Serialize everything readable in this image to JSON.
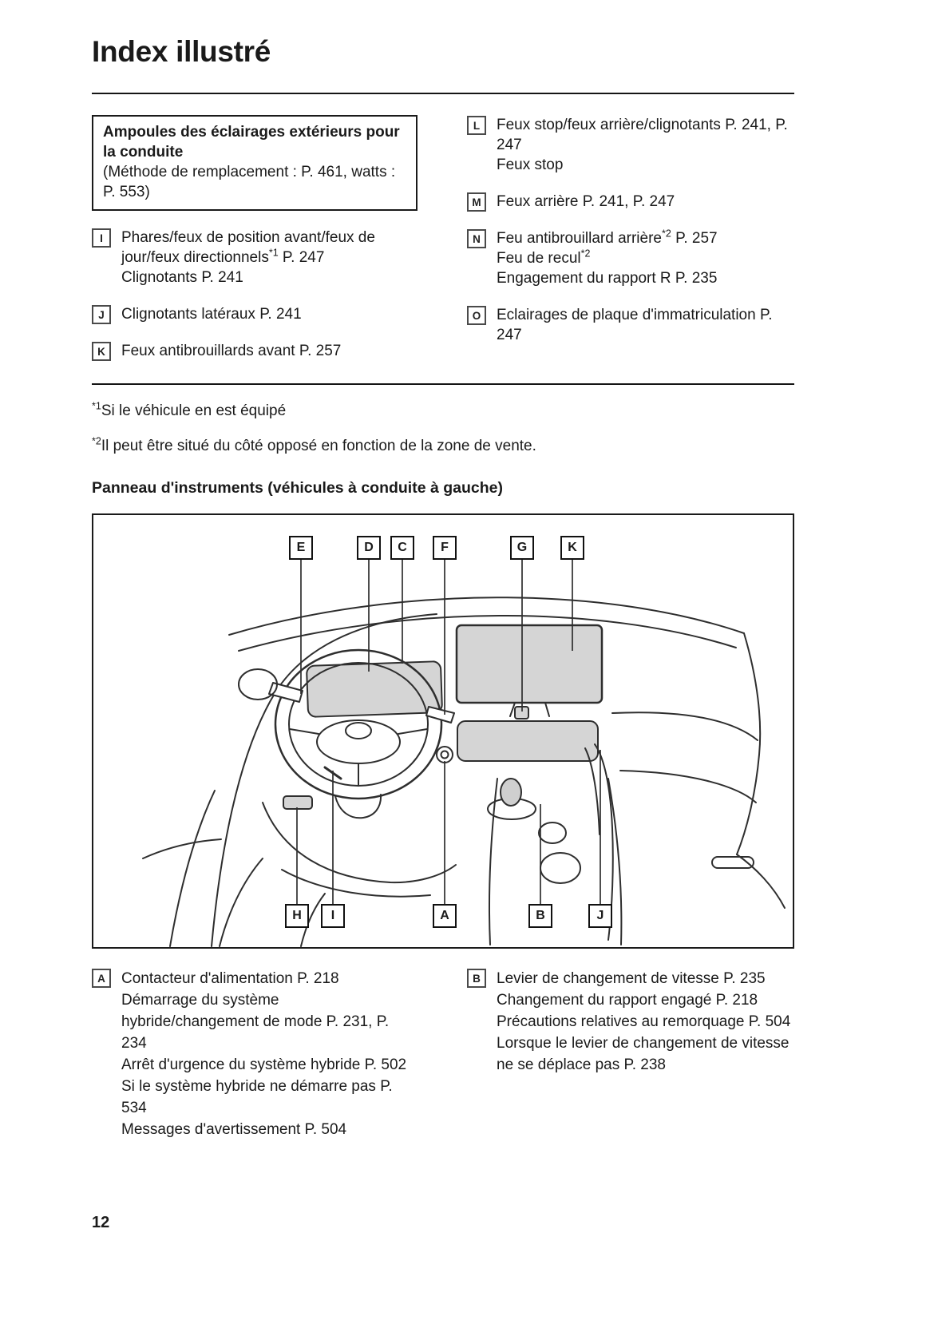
{
  "page": {
    "title": "Index illustré",
    "page_number": "12"
  },
  "colors": {
    "text": "#1a1a1a",
    "line_art": "#2e2e2e",
    "panel_fill": "#d5d5d5"
  },
  "bulb_box": {
    "heading": "Ampoules des éclairages extérieurs pour la conduite",
    "sub": "(Méthode de remplacement : P. 461, watts : P. 553)"
  },
  "lighting": {
    "left": [
      {
        "badge": "I",
        "lines": [
          {
            "pre": "Phares/feux de position avant/feux de jour/feux directionnels",
            "sup": "*1",
            "post": " P. 247"
          },
          "Clignotants P. 241"
        ]
      },
      {
        "badge": "J",
        "lines": [
          "Clignotants latéraux P. 241"
        ]
      },
      {
        "badge": "K",
        "lines": [
          "Feux antibrouillards avant P. 257"
        ]
      }
    ],
    "right": [
      {
        "badge": "L",
        "lines": [
          "Feux stop/feux arrière/clignotants P. 241, P. 247",
          "Feux stop"
        ]
      },
      {
        "badge": "M",
        "lines": [
          "Feux arrière P. 241, P. 247"
        ]
      },
      {
        "badge": "N",
        "lines": [
          {
            "pre": "Feu antibrouillard arrière",
            "sup": "*2",
            "post": " P. 257"
          },
          {
            "pre": "Feu de recul",
            "sup": "*2",
            "post": ""
          },
          "Engagement du rapport R P. 235"
        ]
      },
      {
        "badge": "O",
        "lines": [
          "Eclairages de plaque d'immatriculation P. 247"
        ]
      }
    ]
  },
  "footnotes": [
    {
      "sup": "*1",
      "text": "Si le véhicule en est équipé"
    },
    {
      "sup": "*2",
      "text": "Il peut être situé du côté opposé en fonction de la zone de vente."
    }
  ],
  "panel_heading": "Panneau d'instruments (véhicules à conduite à gauche)",
  "diagram": {
    "top_labels": [
      "E",
      "D",
      "C",
      "F",
      "G",
      "K"
    ],
    "bottom_labels": [
      "H",
      "I",
      "A",
      "B",
      "J"
    ]
  },
  "controls": {
    "left": {
      "badge": "A",
      "lines": [
        "Contacteur d'alimentation P. 218",
        "Démarrage du système hybride/changement de mode P. 231, P. 234",
        "Arrêt d'urgence du système hybride P. 502",
        "Si le système hybride ne démarre pas P. 534",
        "Messages d'avertissement P. 504"
      ]
    },
    "right": {
      "badge": "B",
      "lines": [
        "Levier de changement de vitesse P. 235",
        "Changement du rapport engagé P. 218",
        "Précautions relatives au remorquage P. 504",
        "Lorsque le levier de changement de vitesse ne se déplace pas P. 238"
      ]
    }
  }
}
